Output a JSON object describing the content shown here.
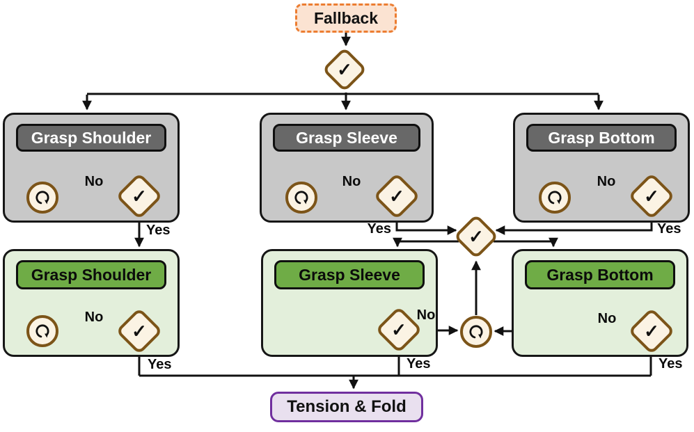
{
  "nodes": {
    "fallback": "Fallback",
    "terminal": "Tension & Fold",
    "stage1": [
      "Grasp Shoulder",
      "Grasp Sleeve",
      "Grasp Bottom"
    ],
    "stage2": [
      "Grasp Shoulder",
      "Grasp Sleeve",
      "Grasp Bottom"
    ]
  },
  "labels": {
    "yes": "Yes",
    "no": "No"
  },
  "icons": {
    "check": "✓",
    "retry": "circular-loop-arrow"
  },
  "colors": {
    "fallback_border": "#EC7D31",
    "fallback_fill": "#FBE3D2",
    "stage1_fill": "#C8C8C8",
    "stage1_header": "#686868",
    "stage2_fill": "#E3EFDB",
    "stage2_header": "#6FAC46",
    "diamond_fill": "#FBF3E4",
    "diamond_border": "#7C5418",
    "terminal_fill": "#E9E0EF",
    "terminal_border": "#702F9E",
    "line": "#111111"
  }
}
